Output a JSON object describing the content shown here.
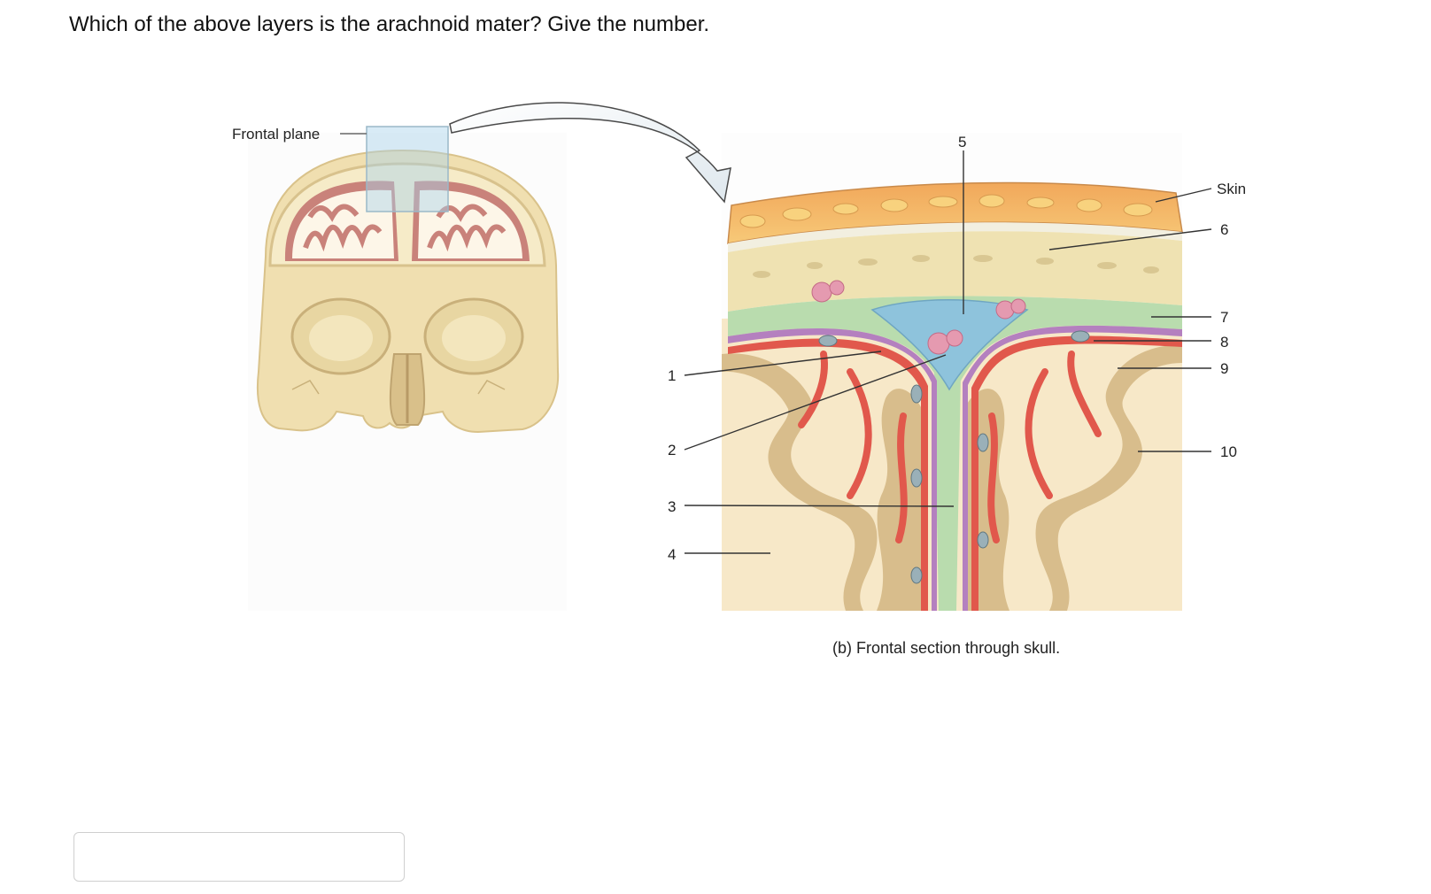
{
  "question": {
    "text": "Which of the above layers is the arachnoid mater? Give the number."
  },
  "figure": {
    "frontal_plane_label": "Frontal plane",
    "caption": "(b) Frontal section through skull.",
    "labels": {
      "l1": "1",
      "l2": "2",
      "l3": "3",
      "l4": "4",
      "l5": "5",
      "skin": "Skin",
      "l6": "6",
      "l7": "7",
      "l8": "8",
      "l9": "9",
      "l10": "10"
    }
  },
  "answer": {
    "value": "",
    "placeholder": ""
  },
  "colors": {
    "skin": "#f4b36a",
    "skin_fat": "#f7c978",
    "bone": "#efe2b2",
    "dura": "#b9dcae",
    "sinus": "#8ec3dc",
    "arachnoid": "#b480bf",
    "pia": "#e1584c",
    "gray_matter": "#d8bd8c",
    "white_matter": "#f7e8c8"
  }
}
